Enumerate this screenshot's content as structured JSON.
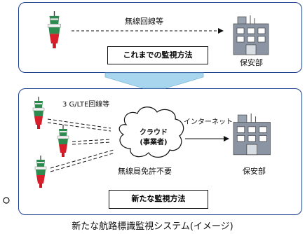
{
  "top_panel": {
    "link_label": "無線回線等",
    "method_label": "これまでの監視方法",
    "office_label": "保安部"
  },
  "bottom_panel": {
    "link_label": "3 G/LTE回線等",
    "cloud_label_line1": "クラウド",
    "cloud_label_line2": "(事業者)",
    "internet_label": "インターネット",
    "license_label": "無線局免許不要",
    "office_label": "保安部",
    "method_label": "新たな監視方法"
  },
  "caption": "新たな航路標識監視システム(イメージ)",
  "colors": {
    "panel_border": "#1f3f8f",
    "buoy_red": "#d81e2a",
    "buoy_green": "#2e8b4f",
    "transition_arrow": "#a9d6ef",
    "cloud_fill": "#ffffff",
    "building_fill": "#8a94a3"
  },
  "icons": {
    "buoy": "buoy-icon",
    "building": "office-building-icon",
    "cloud": "cloud-icon"
  }
}
